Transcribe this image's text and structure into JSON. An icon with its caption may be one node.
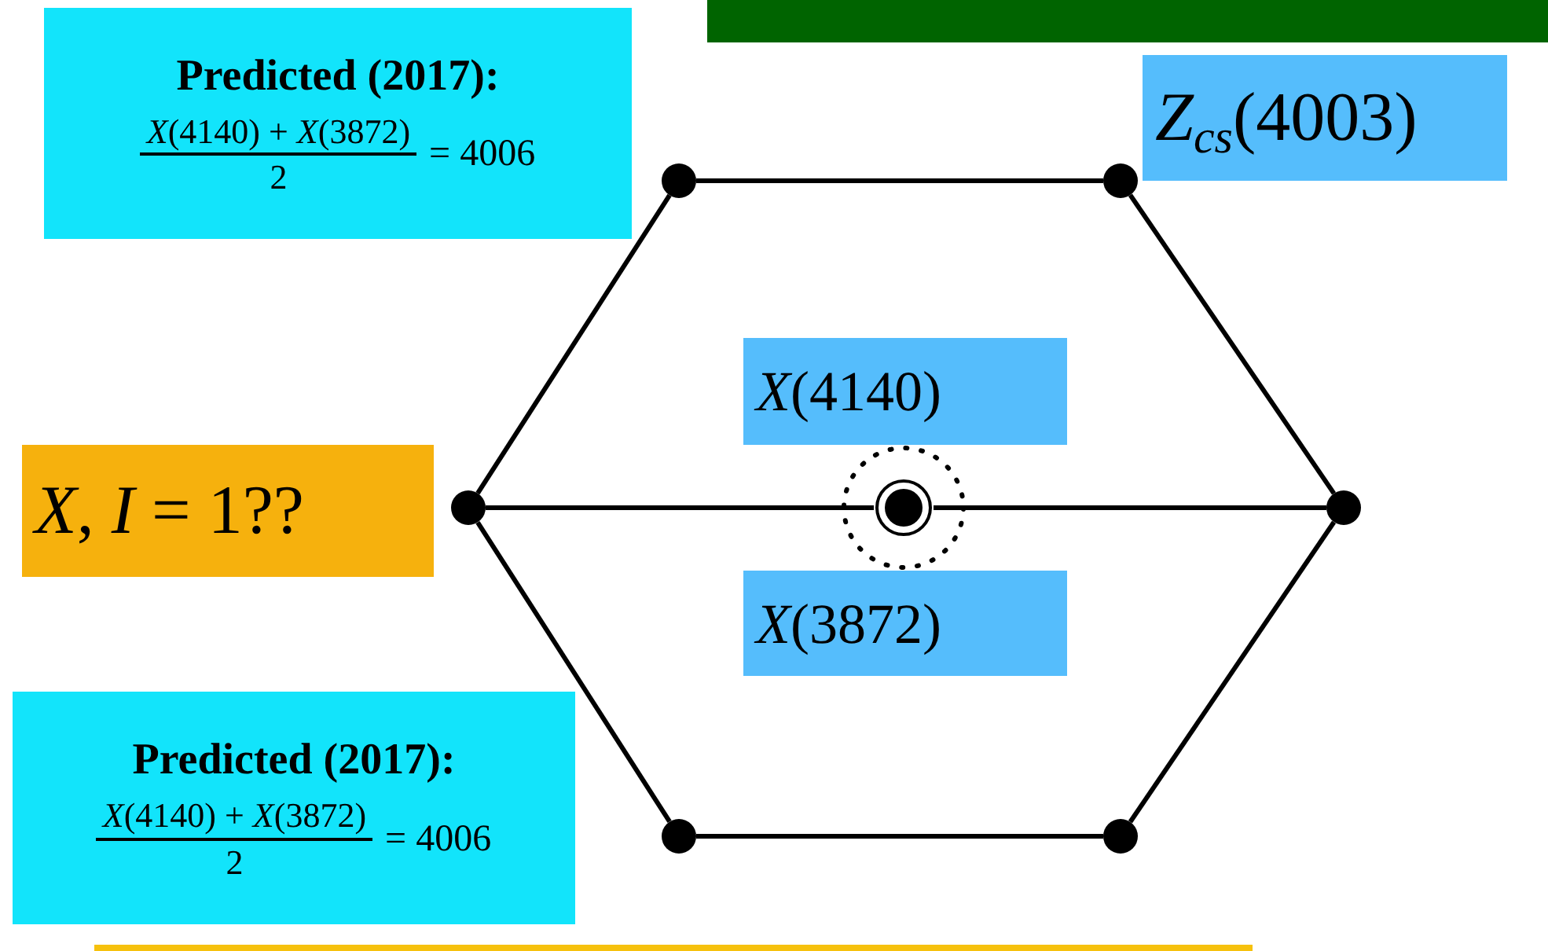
{
  "diagram": {
    "nodes": [
      {
        "text": [
          "Predicted (2017):",
          "*X*(4140) + *X*(3872)",
          "2",
          "= 4006"
        ]
      },
      {
        "text": [
          "*Z*$_{cs}$(4003)"
        ]
      },
      {
        "text": [
          "*X*(4140)"
        ]
      },
      {
        "text": [
          "*X*, *I* = 1??"
        ]
      },
      {
        "text": [
          "*X*(3872)"
        ]
      },
      {
        "text": [
          "Predicted (2017):",
          "*X*(4140) + *X*(3872)",
          "2",
          "= 4006"
        ]
      },
      {
        "text": [],
        "shape": "circle"
      },
      {
        "text": [],
        "shape": "circle"
      },
      {
        "text": [],
        "shape": "circle"
      },
      {
        "text": [],
        "shape": "circle"
      },
      {
        "text": [],
        "shape": "circle"
      },
      {
        "text": [],
        "shape": "circle"
      },
      {
        "text": [],
        "shape": "circle"
      }
    ],
    "edges": [
      {
        "from": 6,
        "to": 7,
        "arrow": "none"
      },
      {
        "from": 7,
        "to": 10,
        "arrow": "none"
      },
      {
        "from": 10,
        "to": 12,
        "arrow": "none"
      },
      {
        "from": 12,
        "to": 11,
        "arrow": "none"
      },
      {
        "from": 11,
        "to": 8,
        "arrow": "none"
      },
      {
        "from": 8,
        "to": 6,
        "arrow": "none"
      },
      {
        "from": 8,
        "to": 9,
        "arrow": "none"
      },
      {
        "from": 9,
        "to": 10,
        "arrow": "none"
      }
    ]
  }
}
